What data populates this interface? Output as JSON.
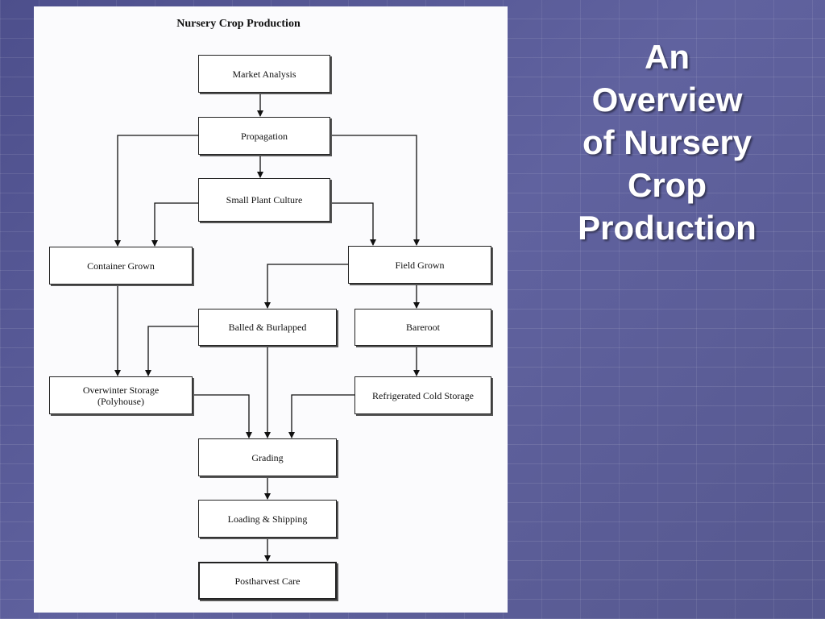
{
  "slide": {
    "title_lines": [
      "An",
      "Overview",
      "of Nursery",
      "Crop",
      "Production"
    ]
  },
  "diagram": {
    "title": "Nursery Crop Production",
    "nodes": {
      "market_analysis": "Market Analysis",
      "propagation": "Propagation",
      "small_plant_culture": "Small Plant Culture",
      "container_grown": "Container Grown",
      "field_grown": "Field Grown",
      "balled_burlapped": "Balled & Burlapped",
      "bareroot": "Bareroot",
      "overwinter_storage": "Overwinter Storage\n(Polyhouse)",
      "refrigerated_cold_storage": "Refrigerated Cold Storage",
      "grading": "Grading",
      "loading_shipping": "Loading & Shipping",
      "postharvest_care": "Postharvest Care"
    },
    "edges": [
      [
        "market_analysis",
        "propagation"
      ],
      [
        "propagation",
        "small_plant_culture"
      ],
      [
        "propagation",
        "container_grown"
      ],
      [
        "propagation",
        "field_grown"
      ],
      [
        "small_plant_culture",
        "container_grown"
      ],
      [
        "small_plant_culture",
        "field_grown"
      ],
      [
        "field_grown",
        "balled_burlapped"
      ],
      [
        "field_grown",
        "bareroot"
      ],
      [
        "container_grown",
        "overwinter_storage"
      ],
      [
        "balled_burlapped",
        "overwinter_storage"
      ],
      [
        "balled_burlapped",
        "grading"
      ],
      [
        "overwinter_storage",
        "grading"
      ],
      [
        "bareroot",
        "refrigerated_cold_storage"
      ],
      [
        "refrigerated_cold_storage",
        "grading"
      ],
      [
        "grading",
        "loading_shipping"
      ],
      [
        "loading_shipping",
        "postharvest_care"
      ]
    ]
  }
}
